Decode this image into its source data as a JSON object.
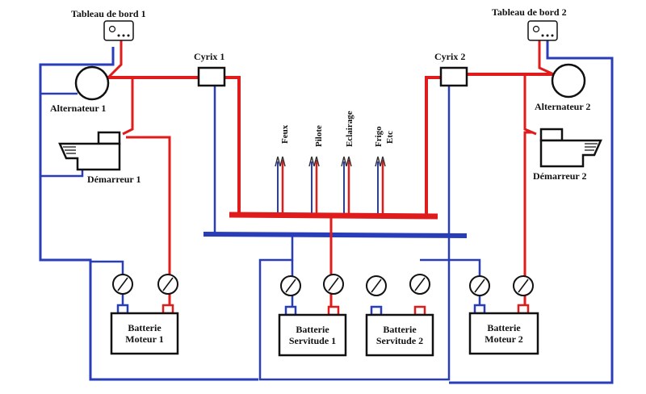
{
  "colors": {
    "positive": "#e01b1b",
    "negative": "#2a3db8",
    "outline": "#111111"
  },
  "dashboards": [
    {
      "label": "Tableau de bord  1"
    },
    {
      "label": "Tableau de bord  2"
    }
  ],
  "alternators": [
    {
      "label": "Alternateur 1"
    },
    {
      "label": "Alternateur 2"
    }
  ],
  "starters": [
    {
      "label": "Démarreur 1"
    },
    {
      "label": "Démarreur 2"
    }
  ],
  "couplers": [
    {
      "label": "Cyrix 1"
    },
    {
      "label": "Cyrix 2"
    }
  ],
  "consumers": [
    {
      "lines": [
        "Feux"
      ]
    },
    {
      "lines": [
        "Pilote"
      ]
    },
    {
      "lines": [
        "Eclairage"
      ]
    },
    {
      "lines": [
        "Frigo",
        "Etc"
      ]
    }
  ],
  "batteries": [
    {
      "lines": [
        "Batterie",
        "Moteur 1"
      ]
    },
    {
      "lines": [
        "Batterie",
        "Servitude 1"
      ]
    },
    {
      "lines": [
        "Batterie",
        "Servitude 2"
      ]
    },
    {
      "lines": [
        "Batterie",
        "Moteur 2"
      ]
    }
  ]
}
